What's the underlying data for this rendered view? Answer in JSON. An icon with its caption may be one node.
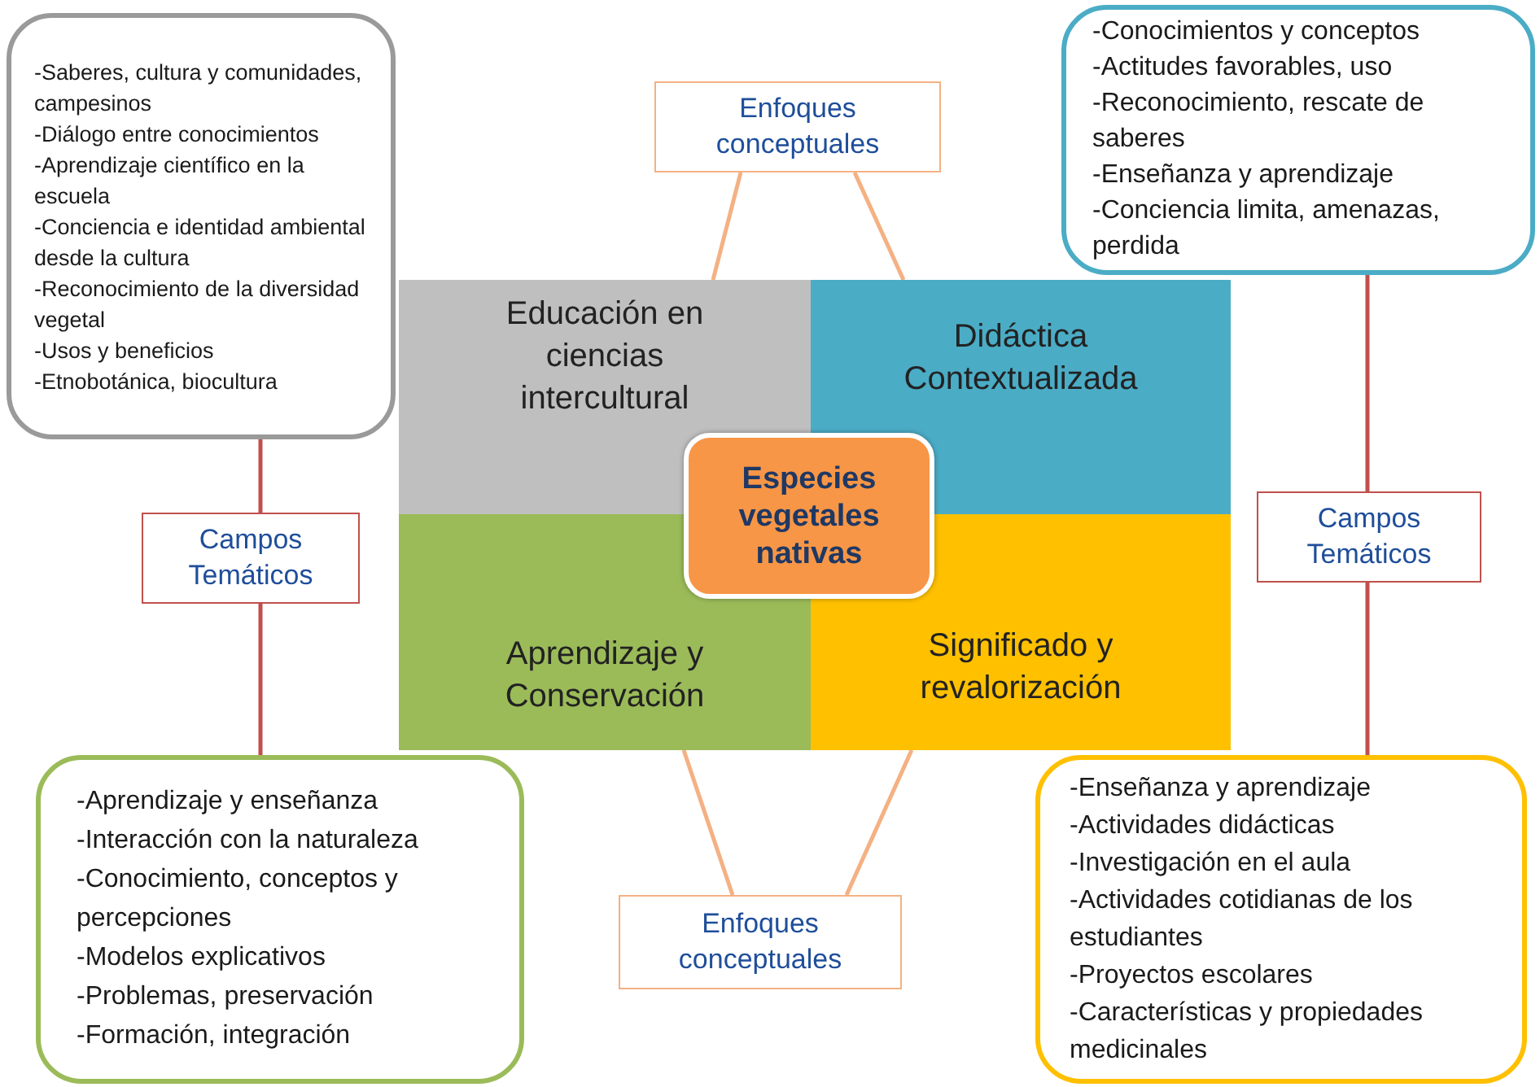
{
  "diagram": {
    "nodes": [
      {
        "text": [
          "-Saberes, cultura y comunidades, campesinos",
          "-Diálogo entre conocimientos",
          "-Aprendizaje científico en la escuela",
          "-Conciencia e identidad ambiental desde la cultura",
          "-Reconocimiento de la diversidad vegetal",
          "-Usos y beneficios",
          "-Etnobotánica, biocultura"
        ]
      },
      {
        "text": [
          "Enfoques conceptuales"
        ]
      },
      {
        "text": [
          "-Conocimientos y conceptos",
          "-Actitudes favorables, uso",
          "-Reconocimiento, rescate de saberes",
          "-Enseñanza y aprendizaje",
          "-Conciencia limita, amenazas, perdida"
        ]
      },
      {
        "text": [
          "Educación en ciencias intercultural"
        ]
      },
      {
        "text": [
          "Didáctica Contextualizada"
        ]
      },
      {
        "text": [
          "Especies vegetales nativas"
        ]
      },
      {
        "text": [
          "Campos Temáticos"
        ]
      },
      {
        "text": [
          "Campos Temáticos"
        ]
      },
      {
        "text": [
          "Aprendizaje y Conservación"
        ]
      },
      {
        "text": [
          "Significado y revalorización"
        ]
      },
      {
        "text": [
          "-Aprendizaje y enseñanza",
          "-Interacción con la naturaleza",
          "-Conocimiento, conceptos y percepciones",
          "-Modelos explicativos",
          "-Problemas, preservación",
          "-Formación, integración"
        ]
      },
      {
        "text": [
          "Enfoques conceptuales"
        ]
      },
      {
        "text": [
          "-Enseñanza y aprendizaje",
          "-Actividades didácticas",
          "-Investigación en el aula",
          "-Actividades cotidianas de los estudiantes",
          "-Proyectos escolares",
          "-Características y propiedades medicinales"
        ]
      }
    ],
    "edges": [
      {
        "from": 0,
        "to": 6,
        "arrow": "none",
        "color": "#c0504d"
      },
      {
        "from": 6,
        "to": 10,
        "arrow": "none",
        "color": "#c0504d"
      },
      {
        "from": 2,
        "to": 7,
        "arrow": "none",
        "color": "#c0504d"
      },
      {
        "from": 7,
        "to": 12,
        "arrow": "none",
        "color": "#c0504d"
      },
      {
        "from": 1,
        "to": 3,
        "arrow": "none",
        "color": "#f4b183"
      },
      {
        "from": 1,
        "to": 4,
        "arrow": "none",
        "color": "#f4b183"
      },
      {
        "from": 11,
        "to": 8,
        "arrow": "none",
        "color": "#f4b183"
      },
      {
        "from": 11,
        "to": 9,
        "arrow": "none",
        "color": "#f4b183"
      }
    ]
  }
}
